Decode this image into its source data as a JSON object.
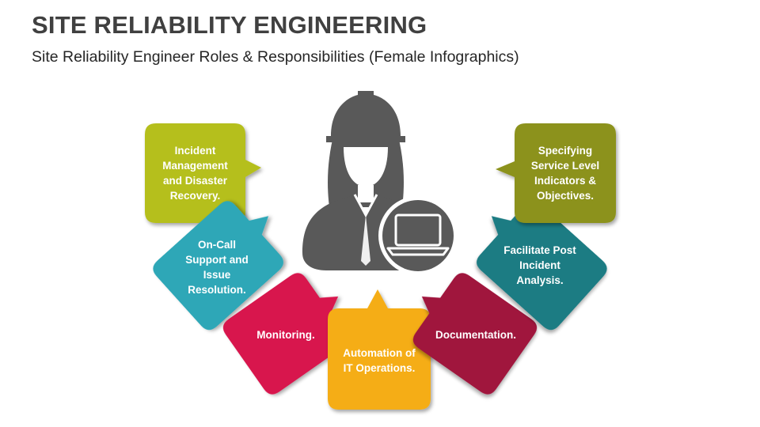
{
  "header": {
    "title": "SITE RELIABILITY ENGINEERING",
    "subtitle": "Site Reliability Engineer Roles & Responsibilities (Female Infographics)"
  },
  "center": {
    "icon": "female-engineer-with-laptop-icon",
    "color": "#595959"
  },
  "boxes": [
    {
      "id": "incident-management",
      "label": "Incident\nManagement\nand Disaster\nRecovery.",
      "color": "#b5bf1c"
    },
    {
      "id": "on-call-support",
      "label": "On-Call\nSupport and\nIssue\nResolution.",
      "color": "#2fa7b7"
    },
    {
      "id": "monitoring",
      "label": "Monitoring.",
      "color": "#d8194e"
    },
    {
      "id": "automation",
      "label": "Automation of\nIT Operations.",
      "color": "#f5ad12"
    },
    {
      "id": "documentation",
      "label": "Documentation.",
      "color": "#a0123c"
    },
    {
      "id": "post-incident",
      "label": "Facilitate Post\nIncident\nAnalysis.",
      "color": "#1f7b83"
    },
    {
      "id": "slo",
      "label": "Specifying\nService Level\nIndicators &\nObjectives.",
      "color": "#8c921a"
    }
  ]
}
